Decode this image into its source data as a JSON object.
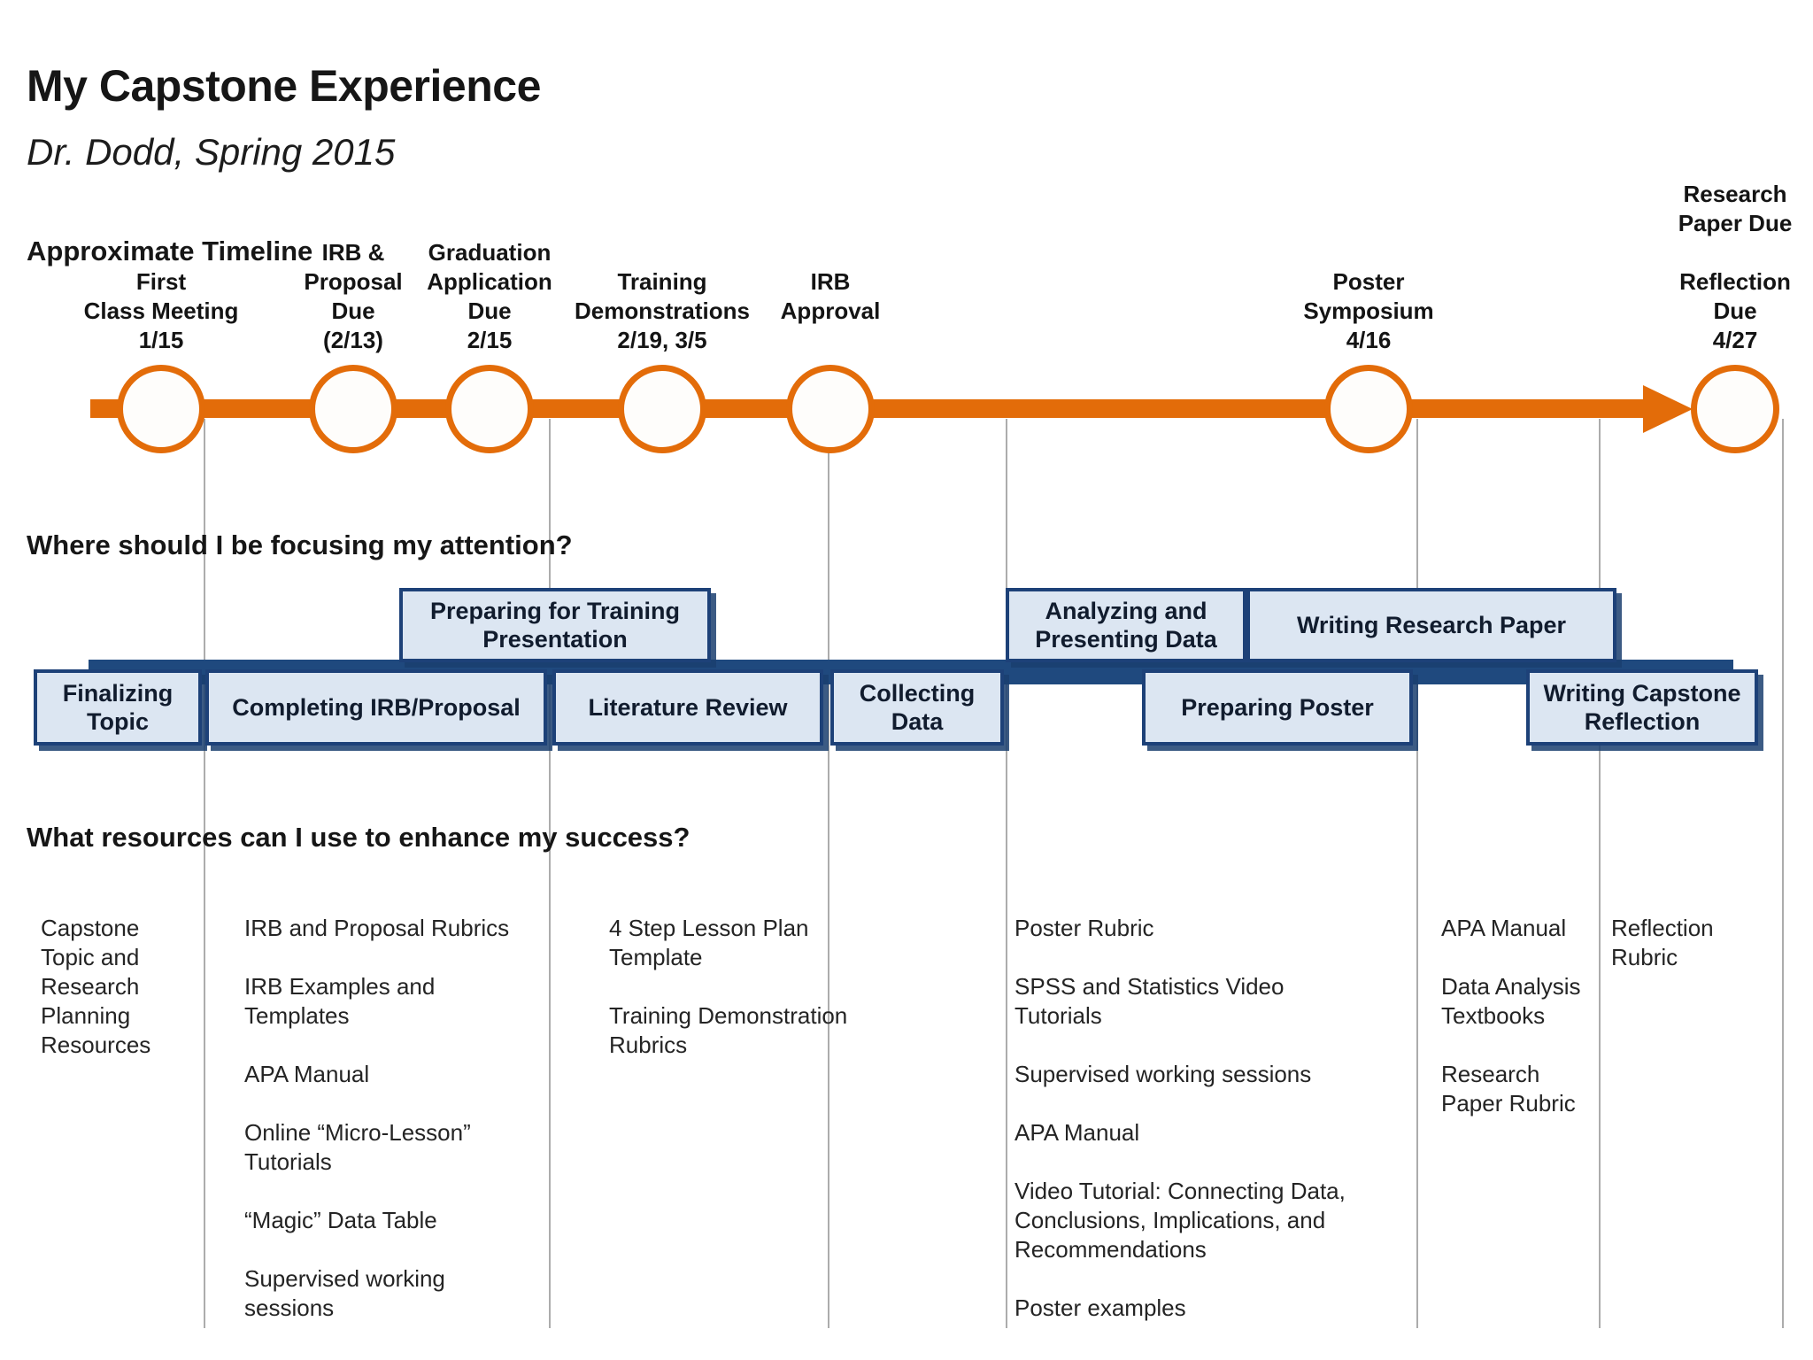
{
  "title": "My Capstone Experience",
  "subtitle": "Dr. Dodd, Spring 2015",
  "headings": {
    "timeline": "Approximate Timeline",
    "focus": "Where should I be focusing my attention?",
    "resources": "What resources can I use to enhance my success?"
  },
  "timeline": {
    "milestones": [
      {
        "label": "First\nClass Meeting\n1/15"
      },
      {
        "label": "IRB &\nProposal\nDue\n(2/13)"
      },
      {
        "label": "Graduation\nApplication\nDue\n2/15"
      },
      {
        "label": "Training\nDemonstrations\n2/19, 3/5"
      },
      {
        "label": "IRB\nApproval"
      },
      {
        "label": "Poster\nSymposium\n4/16"
      },
      {
        "label": "Reflection\nDue\n4/27"
      }
    ],
    "end_label": "Research\nPaper Due"
  },
  "focus": {
    "upper_boxes": [
      "Preparing for Training\nPresentation",
      "Analyzing and\nPresenting Data",
      "Writing Research Paper"
    ],
    "lower_boxes": [
      "Finalizing\nTopic",
      "Completing IRB/Proposal",
      "Literature Review",
      "Collecting\nData",
      "Preparing Poster",
      "Writing Capstone\nReflection"
    ]
  },
  "resources": {
    "columns": [
      {
        "items": [
          "Capstone\nTopic and\nResearch\nPlanning\nResources"
        ]
      },
      {
        "items": [
          "IRB and Proposal Rubrics",
          "IRB Examples and\nTemplates",
          "APA Manual",
          "Online “Micro-Lesson”\nTutorials",
          "“Magic” Data Table",
          "Supervised working\nsessions"
        ]
      },
      {
        "items": [
          "4 Step Lesson Plan\nTemplate",
          "Training Demonstration\nRubrics"
        ]
      },
      {
        "items": [
          "Poster Rubric",
          "SPSS and Statistics Video\nTutorials",
          "Supervised working sessions",
          "APA Manual",
          "Video Tutorial: Connecting Data,\nConclusions, Implications, and\nRecommendations",
          "Poster examples"
        ]
      },
      {
        "items": [
          "APA Manual",
          "Data Analysis\nTextbooks",
          "Research\nPaper Rubric"
        ]
      },
      {
        "items": [
          "Reflection\nRubric"
        ]
      }
    ]
  },
  "colors": {
    "accent_orange": "#E36C09",
    "dark_blue": "#1F497E",
    "light_blue_fill": "#DCE6F2",
    "divider_gray": "#ACACAC"
  }
}
